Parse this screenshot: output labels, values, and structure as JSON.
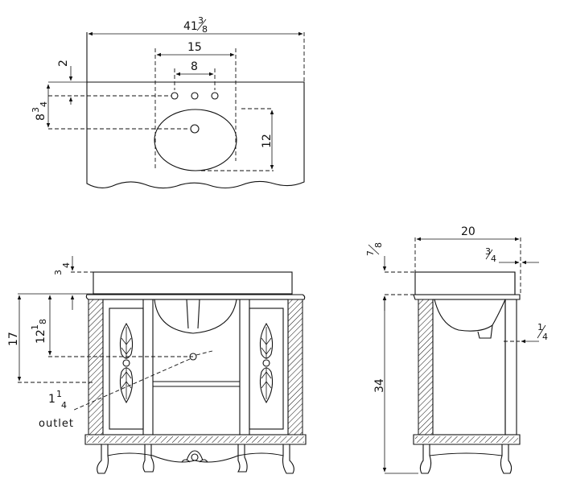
{
  "top_view": {
    "overall_width": "41",
    "overall_width_frac_num": "3",
    "overall_width_frac_den": "8",
    "sink_width": "15",
    "faucet_spread": "8",
    "edge_offset": "2",
    "faucet_depth_whole": "8",
    "faucet_depth_frac_num": "3",
    "faucet_depth_frac_den": "4",
    "sink_depth": "12"
  },
  "front_view": {
    "top_thickness_num": "3",
    "top_thickness_den": "4",
    "outlet_height": "17",
    "drain_height_whole": "12",
    "drain_height_frac_num": "1",
    "drain_height_frac_den": "8",
    "outlet_size_whole": "1",
    "outlet_size_num": "1",
    "outlet_size_den": "4",
    "outlet_label": "outlet"
  },
  "side_view": {
    "top_thickness_num": "7",
    "top_thickness_den": "8",
    "depth": "20",
    "overhang_num": "3",
    "overhang_den": "4",
    "side_inset_num": "1",
    "side_inset_den": "4",
    "height": "34"
  }
}
